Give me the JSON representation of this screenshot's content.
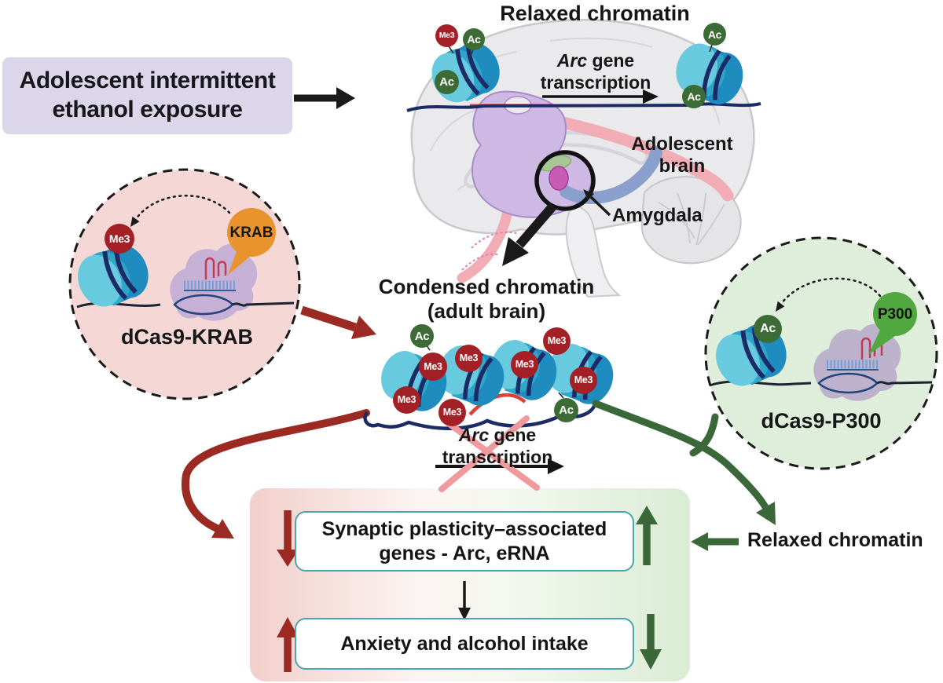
{
  "exposure_box": {
    "line1": "Adolescent intermittent",
    "line2": "ethanol exposure"
  },
  "relaxed_title": "Relaxed chromatin",
  "arc_top": {
    "gene_name": "Arc",
    "gene_suffix": " gene",
    "line2": "transcription"
  },
  "brain_label": {
    "line1": "Adolescent",
    "line2": "brain"
  },
  "amygdala_label": "Amygdala",
  "condensed_title": {
    "line1": "Condensed chromatin",
    "line2": "(adult brain)"
  },
  "arc_mid": {
    "gene_name": "Arc",
    "gene_suffix": " gene",
    "line2": "transcription"
  },
  "krab": {
    "effector": "KRAB",
    "label": "dCas9-KRAB"
  },
  "p300": {
    "effector": "P300",
    "label": "dCas9-P300"
  },
  "marks": {
    "me3": "Me3",
    "ac": "Ac"
  },
  "outcomes": {
    "genes_line1": "Synaptic plasticity–associated",
    "genes_line2": "genes - Arc, eRNA",
    "behavior": "Anxiety and alcohol intake"
  },
  "relaxed_bottom": "Relaxed chromatin",
  "colors": {
    "me3_mark": "#A32026",
    "ac_mark": "#3C6B35",
    "krab_effector": "#E9932F",
    "p300_effector": "#50A83E",
    "repression_red": "#9B2A23",
    "activation_green": "#3A6839",
    "exposure_box_bg": "#DBD6E9",
    "krab_circle_bg": "#F5D8D6",
    "p300_circle_bg": "#DFEEDA",
    "nucleosome_blue": "#1E8CBE",
    "dna_navy": "#1C2A66",
    "gene_red": "#D9413A",
    "blocked_x_pink": "#F09A9E",
    "outcome_border_teal": "#4BA7AE"
  }
}
